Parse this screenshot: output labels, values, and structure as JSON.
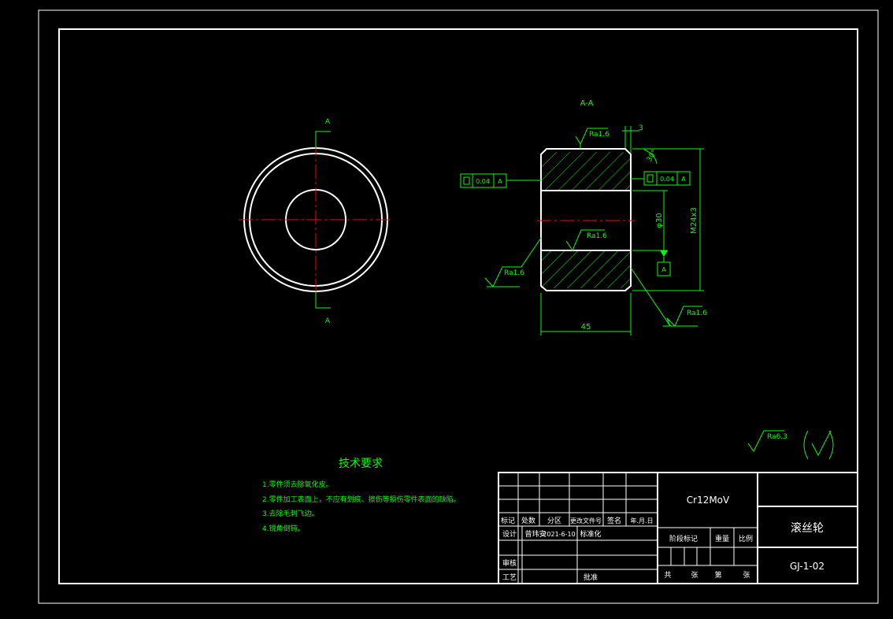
{
  "colors": {
    "background": "#000000",
    "outline": "#ffffff",
    "annotation": "#00ff00",
    "centerline": "#ff0000"
  },
  "section_view": {
    "title": "A-A",
    "cut_label_top": "A",
    "cut_label_bottom": "A"
  },
  "dimensions": {
    "length": "45",
    "bore": "φ30",
    "outer": "M24x3",
    "chamfer": "30°",
    "chamfer_size": "3"
  },
  "roughness": {
    "top": "Ra1.6",
    "bore": "Ra1.6",
    "left": "Ra1.6",
    "right": "Ra1.6",
    "general": "Ra6.3"
  },
  "tolerances": {
    "left": {
      "value": "0.04",
      "datum": "A"
    },
    "right": {
      "value": "0.04",
      "datum": "A"
    },
    "datum_label": "A"
  },
  "tech_requirements": {
    "heading": "技术要求",
    "items": [
      "1.零件须去除氧化皮。",
      "2.零件加工表面上，不应有划痕、擦伤等损伤零件表面的缺陷。",
      "3.去除毛刺飞边。",
      "4.锐角倒钝。"
    ]
  },
  "title_block": {
    "material": "Cr12MoV",
    "part_name": "滚丝轮",
    "drawing_number": "GJ-1-02",
    "headers": [
      "标记",
      "处数",
      "分区",
      "更改文件号",
      "签名",
      "年.月.日"
    ],
    "design_label": "设计",
    "designer": "曾玮安",
    "date": "2021-6-10",
    "standardize_label": "标准化",
    "review_label": "审核",
    "process_label": "工艺",
    "approve_label": "批准",
    "stage_label": "阶段标记",
    "weight_label": "重量",
    "scale_label": "比例",
    "total_label": "共",
    "sheet_label": "张",
    "page_label": "第",
    "sheet_label2": "张"
  }
}
